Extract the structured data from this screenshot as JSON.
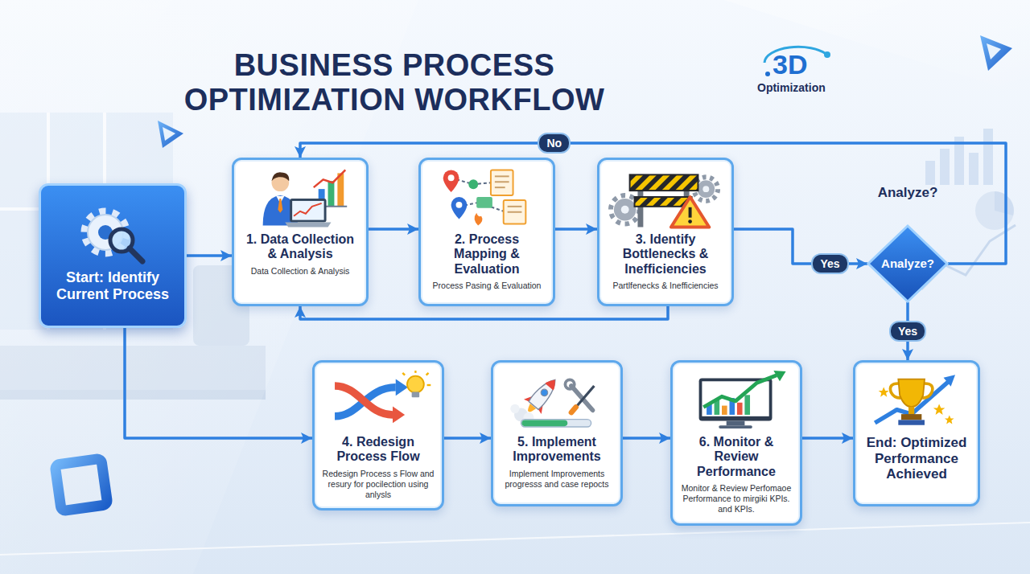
{
  "diagram": {
    "title": "BUSINESS PROCESS OPTIMIZATION WORKFLOW",
    "nodes": [
      {
        "text": [
          "Start: Identify Current Process"
        ]
      },
      {
        "text": [
          "1. Data Collection & Analysis",
          "Data Collection & Analysis"
        ]
      },
      {
        "text": [
          "2. Process Mapping & Evaluation",
          "Process Pasing & Evaluation"
        ]
      },
      {
        "text": [
          "3. Identify Bottlenecks & Inefficiencies",
          "Partlfenecks & Inefficiencies"
        ]
      },
      {
        "text": [
          "Analyze?",
          "Analyze?"
        ]
      },
      {
        "text": [
          "4. Redesign Process Flow",
          "Redesign Process s Flow and resury for pocilection using anlysls"
        ]
      },
      {
        "text": [
          "5. Implement Improvements",
          "Implement Improvements progresss and case repocts"
        ]
      },
      {
        "text": [
          "6. Monitor & Review Performance",
          "Monitor & Review Perfomaoe Performance to mirgiki KPIs. and KPIs."
        ]
      },
      {
        "text": [
          "End: Optimized Performance Achieved"
        ]
      }
    ],
    "edges": [
      {
        "from": 0,
        "to": 1,
        "arrow": "to"
      },
      {
        "from": 1,
        "to": 2,
        "arrow": "to"
      },
      {
        "from": 2,
        "to": 3,
        "arrow": "to"
      },
      {
        "from": 3,
        "to": 4,
        "label": "Yes",
        "arrow": "to"
      },
      {
        "from": 4,
        "to": 8,
        "label": "Yes",
        "arrow": "to"
      },
      {
        "from": 4,
        "to": 1,
        "label": "No",
        "arrow": "to"
      },
      {
        "from": 3,
        "to": 1,
        "arrow": "to"
      },
      {
        "from": 0,
        "to": 5,
        "arrow": "to"
      },
      {
        "from": 5,
        "to": 6,
        "arrow": "to"
      },
      {
        "from": 6,
        "to": 7,
        "arrow": "to"
      },
      {
        "from": 7,
        "to": 8,
        "arrow": "to"
      }
    ],
    "labels": [
      "3D",
      "Optimization"
    ]
  }
}
